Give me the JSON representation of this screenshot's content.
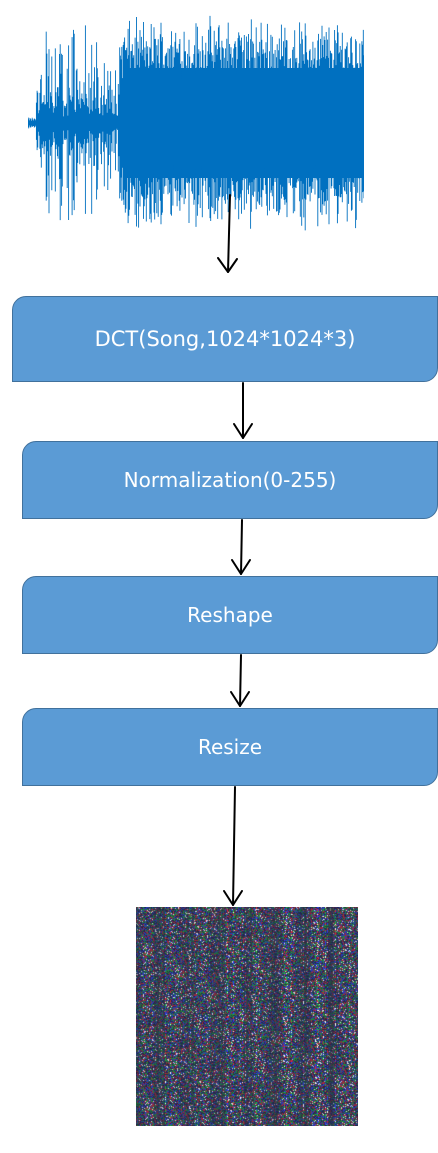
{
  "steps": [
    {
      "label": "DCT(Song,1024*1024*3)"
    },
    {
      "label": "Normalization(0-255)"
    },
    {
      "label": "Reshape"
    },
    {
      "label": "Resize"
    }
  ],
  "colors": {
    "box_fill": "#5b9bd5",
    "box_border": "#41719c",
    "box_text": "#ffffff",
    "waveform": "#0070c0",
    "arrow": "#000000"
  }
}
